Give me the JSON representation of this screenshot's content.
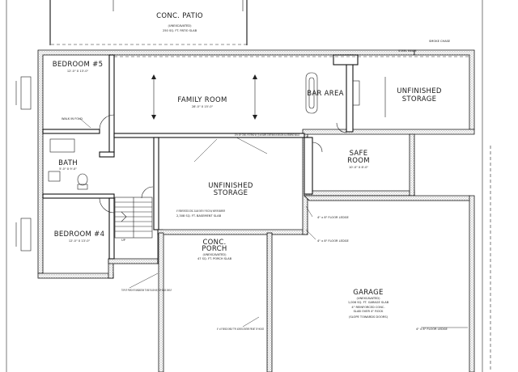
{
  "rooms": {
    "conc_patio": {
      "title": "CONC. PATIO",
      "sub1": "(UNEXCAVATED)",
      "sub2": "250 SQ. FT. PATIO SLAB"
    },
    "bedroom5": {
      "title": "BEDROOM #5",
      "sub": "12'-0\" X 13'-0\""
    },
    "family_room": {
      "title": "FAMILY ROOM",
      "sub": "28'-0\" X 15'-0\""
    },
    "bar_area": {
      "title": "BAR AREA"
    },
    "unfinished_storage_right": {
      "title_line1": "UNFINISHED",
      "title_line2": "STORAGE"
    },
    "safe_room": {
      "title_line1": "SAFE",
      "title_line2": "ROOM",
      "sub": "10'-0\" X 8'-0\""
    },
    "bath": {
      "title": "BATH",
      "sub": "5'-0\" X 9'-0\""
    },
    "unfinished_storage_center": {
      "title_line1": "UNFINISHED",
      "title_line2": "STORAGE"
    },
    "bedroom4": {
      "title": "BEDROOM #4",
      "sub": "12'-0\" X 13'-0\""
    },
    "conc_porch": {
      "title_line1": "CONC.",
      "title_line2": "PORCH",
      "sub1": "(UNEXCAVATED)",
      "sub2": "47 SQ. FT. PORCH SLAB"
    },
    "garage": {
      "title": "GARAGE",
      "sub1": "(UNEXCAVATED)",
      "sub2": "1,006 SQ. FT. GARAGE SLAB",
      "sub3": "4\" REINFORCED CONC.",
      "sub4": "SLAB OVER 4\" ROCK",
      "sub5": "(SLOPE TOWARDS DOORS)"
    }
  },
  "notes": {
    "walk_in_fold": "WALK IN FOLD",
    "steel_beam": "STEEL BEAM",
    "smoke_chase": "SMOKE CHASE",
    "footing": "24\"x 18\" CONC. FOOTING W/ (3) #4 BARS CONTINUOUS BELOW ALL BEARING WALLS",
    "slab": "4\" REINFORCED CONC. SLAB OVER 4\" ROCK W/ VAPOR BARRIER",
    "slab_area": "2,308 SQ. FT. BASEMENT SLAB",
    "floor_ledge_1": "4\" x 8\" FLOOR LEDGE",
    "floor_ledge_2": "4\" x 8\" FLOOR LEDGE",
    "floor_ledge_3": "4\" x 8\" FLOOR LEDGE",
    "porch_foundation": "TOP OF PORCH FOUNDATION TO BE FLUSH W/ TOP MASS SHELF",
    "brick_shelf": "4\" x 8\" BRICK SHELF TYP. ACROSS ENTIRE FRONT OF HOUSE",
    "up": "UP"
  }
}
